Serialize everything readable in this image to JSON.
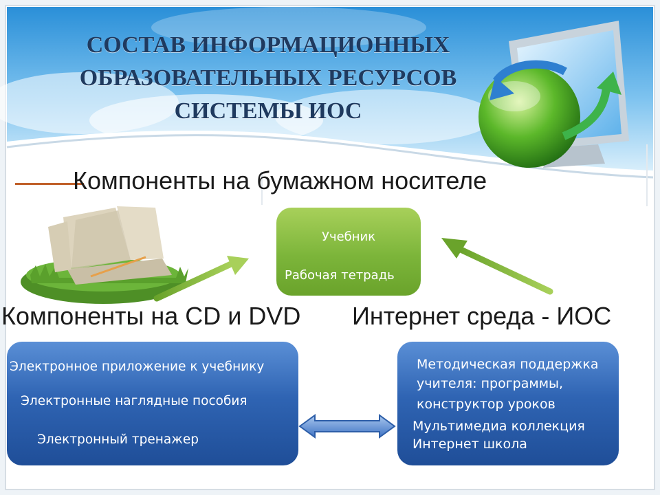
{
  "title": {
    "line1": "СОСТАВ ИНФОРМАЦИОННЫХ",
    "line2": "ОБРАЗОВАТЕЛЬНЫХ РЕСУРСОВ",
    "line3": "СИСТЕМЫ ИОС"
  },
  "headings": {
    "paper": "Компоненты на бумажном носителе",
    "cd": "Компоненты на CD и DVD",
    "net": "Интернет среда - ИОС"
  },
  "paper_box": {
    "items": [
      "Учебник",
      "Рабочая тетрадь"
    ]
  },
  "cd_box": {
    "items": [
      "Электронное приложение к учебнику",
      "Электронные наглядные пособия",
      "Электронный тренажер"
    ]
  },
  "net_box": {
    "items": [
      "Методическая поддержка",
      "учителя: программы,",
      "конструктор уроков",
      "Мультимедиа коллекция",
      "Интернет школа"
    ]
  },
  "colors": {
    "title": "#1f3a5f",
    "green_box": "#7cb53a",
    "blue_box": "#2f64b3",
    "accent_line": "#c0602a"
  },
  "icons": [
    "book-on-grass-image",
    "globe-monitor-icon",
    "green-arrow-icon",
    "double-arrow-icon"
  ]
}
